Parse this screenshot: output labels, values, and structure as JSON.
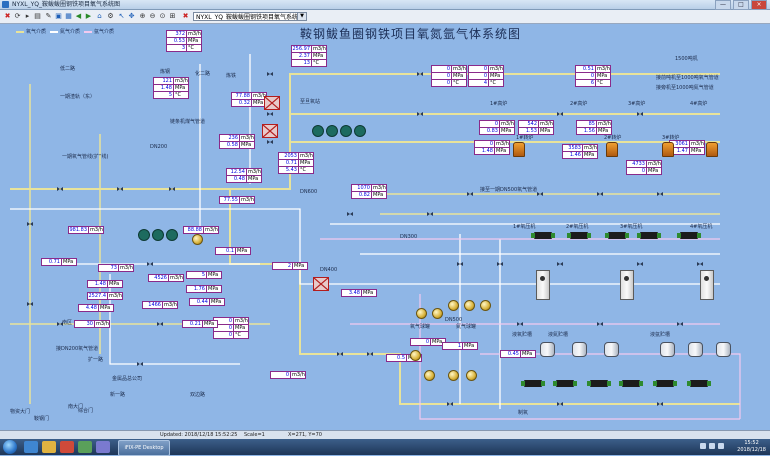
{
  "window": {
    "title": "NYXL_YQ_鞍鲅鲅圈钢铁项目氧气系统图",
    "min": "—",
    "max": "□",
    "close": "×"
  },
  "toolbar": {
    "path_value": "NYXL_YQ_鞍鲅鲅圈钢铁项目氧气系统图"
  },
  "diagram": {
    "title": "鞍钢鲅鱼圈钢铁项目氧氮氩气体系统图",
    "legend": [
      {
        "label": "氧气介质",
        "color": "#e8e39a"
      },
      {
        "label": "氮气介质",
        "color": "#ffffff"
      },
      {
        "label": "氩气介质",
        "color": "#f2c9ef"
      }
    ],
    "labels": [
      {
        "text": "低二路"
      },
      {
        "text": "一期渣轨（东）"
      },
      {
        "text": "化二路"
      },
      {
        "text": "一期氧气管线(扩”线)"
      },
      {
        "text": "链条机煤气管道"
      },
      {
        "text": "至旦氧站"
      },
      {
        "text": "1500吨机"
      },
      {
        "text": "接前吨机至1000吨氧气管道"
      },
      {
        "text": "接旁机至1000吨氮气管道"
      },
      {
        "text": "1#高炉"
      },
      {
        "text": "2#高炉"
      },
      {
        "text": "3#高炉"
      },
      {
        "text": "4#高炉"
      },
      {
        "text": "1#转炉"
      },
      {
        "text": "2#转炉"
      },
      {
        "text": "3#转炉"
      },
      {
        "text": "接至一期DN500氧气管道"
      },
      {
        "text": "1#氧压机"
      },
      {
        "text": "2#氧压机"
      },
      {
        "text": "3#氧压机"
      },
      {
        "text": "4#氧压机"
      },
      {
        "text": "氧气球罐"
      },
      {
        "text": "氮气球罐"
      },
      {
        "text": "液氧贮槽"
      },
      {
        "text": "液氮贮槽"
      },
      {
        "text": "液氩贮槽"
      },
      {
        "text": "接DN200氧气管道"
      },
      {
        "text": "南区"
      },
      {
        "text": "扩一路"
      },
      {
        "text": "金属品总公司"
      },
      {
        "text": "新一路"
      },
      {
        "text": "双边路"
      },
      {
        "text": "南大门"
      },
      {
        "text": "物资大门"
      },
      {
        "text": "鞍钢门"
      },
      {
        "text": "综合门"
      },
      {
        "text": "DN200"
      },
      {
        "text": "DN400"
      },
      {
        "text": "DN300"
      },
      {
        "text": "DN500"
      },
      {
        "text": "DN600"
      },
      {
        "text": "炼钢"
      },
      {
        "text": "炼铁"
      },
      {
        "text": "制氧"
      }
    ],
    "boxes": [
      {
        "rows": [
          [
            "372",
            "m3/h"
          ],
          [
            "0.53",
            "MPa"
          ],
          [
            "3",
            "°C"
          ]
        ]
      },
      {
        "rows": [
          [
            "121",
            "m3/h"
          ],
          [
            "1.48",
            "MPa"
          ],
          [
            "5",
            "°C"
          ]
        ]
      },
      {
        "rows": [
          [
            "77.88",
            "m3/h"
          ],
          [
            "0.32",
            "MPa"
          ]
        ]
      },
      {
        "rows": [
          [
            "236",
            "m3/h"
          ],
          [
            "0.58",
            "MPa"
          ]
        ]
      },
      {
        "rows": [
          [
            "256.97",
            "m3/h"
          ],
          [
            "2.37",
            "MPa"
          ],
          [
            "13",
            "°C"
          ]
        ]
      },
      {
        "rows": [
          [
            "0",
            "m3/h"
          ],
          [
            "0",
            "MPa"
          ],
          [
            "0",
            "°C"
          ]
        ]
      },
      {
        "rows": [
          [
            "0",
            "m3/h"
          ],
          [
            "0",
            "MPa"
          ],
          [
            "4",
            "°C"
          ]
        ]
      },
      {
        "rows": [
          [
            "0.51",
            "m3/h"
          ],
          [
            "0",
            "MPa"
          ],
          [
            "6",
            "°C"
          ]
        ]
      },
      {
        "rows": [
          [
            "0",
            "m3/h"
          ],
          [
            "0.83",
            "MPa"
          ]
        ]
      },
      {
        "rows": [
          [
            "542",
            "m3/h"
          ],
          [
            "1.53",
            "MPa"
          ]
        ]
      },
      {
        "rows": [
          [
            "85",
            "m3/h"
          ],
          [
            "1.56",
            "MPa"
          ]
        ]
      },
      {
        "rows": [
          [
            "0",
            "m3/h"
          ],
          [
            "1.48",
            "MPa"
          ]
        ]
      },
      {
        "rows": [
          [
            "3583",
            "m3/h"
          ],
          [
            "1.46",
            "MPa"
          ]
        ]
      },
      {
        "rows": [
          [
            "4733",
            "m3/h"
          ],
          [
            "0",
            "MPa"
          ]
        ]
      },
      {
        "rows": [
          [
            "3061",
            "m3/h"
          ],
          [
            "1.47",
            "MPa"
          ]
        ]
      },
      {
        "rows": [
          [
            "12.54",
            "m3/h"
          ],
          [
            "0.48",
            "MPa"
          ]
        ]
      },
      {
        "rows": [
          [
            "77.55",
            "m3/h"
          ]
        ]
      },
      {
        "rows": [
          [
            "88.88",
            "m3/h"
          ]
        ]
      },
      {
        "rows": [
          [
            "1070",
            "m3/h"
          ],
          [
            "0.82",
            "MPa"
          ]
        ]
      },
      {
        "rows": [
          [
            "2053",
            "m3/h"
          ],
          [
            "0.71",
            "MPa"
          ],
          [
            "5.43",
            "°C"
          ]
        ]
      },
      {
        "rows": [
          [
            "1.48",
            "MPa"
          ]
        ]
      },
      {
        "rows": [
          [
            "2527.4",
            "m3/h"
          ]
        ]
      },
      {
        "rows": [
          [
            "4.48",
            "MPa"
          ]
        ]
      },
      {
        "rows": [
          [
            "4526",
            "m3/h"
          ]
        ]
      },
      {
        "rows": [
          [
            "1466",
            "m3/h"
          ]
        ]
      },
      {
        "rows": [
          [
            "73",
            "m3/h"
          ]
        ]
      },
      {
        "rows": [
          [
            "30",
            "m3/h"
          ]
        ]
      },
      {
        "rows": [
          [
            "5",
            "MPa"
          ]
        ]
      },
      {
        "rows": [
          [
            "1.76",
            "MPa"
          ]
        ]
      },
      {
        "rows": [
          [
            "0.44",
            "MPa"
          ]
        ]
      },
      {
        "rows": [
          [
            "0.71",
            "MPa"
          ]
        ]
      },
      {
        "rows": [
          [
            "981.83",
            "m3/h"
          ]
        ]
      },
      {
        "rows": [
          [
            "0",
            "m3/h"
          ],
          [
            "0",
            "MPa"
          ],
          [
            "0",
            "°C"
          ]
        ]
      },
      {
        "rows": [
          [
            "0.21",
            "MPa"
          ]
        ]
      },
      {
        "rows": [
          [
            "2",
            "MPa"
          ]
        ]
      },
      {
        "rows": [
          [
            "0.1",
            "MPa"
          ]
        ]
      },
      {
        "rows": [
          [
            "3.48",
            "MPa"
          ]
        ]
      },
      {
        "rows": [
          [
            "0",
            "m3/h"
          ]
        ]
      },
      {
        "rows": [
          [
            "0.5",
            "MPa"
          ]
        ]
      },
      {
        "rows": [
          [
            "0",
            "MPa"
          ]
        ]
      },
      {
        "rows": [
          [
            "1",
            "MPa"
          ]
        ]
      },
      {
        "rows": [
          [
            "0.45",
            "MPa"
          ]
        ]
      }
    ]
  },
  "status": {
    "updated": "Updated: 2018/12/18 15:52:25",
    "scale": "Scale=1",
    "coords": "X=271, Y=70"
  },
  "taskbar": {
    "task_label": "iFIX-PE Desktop",
    "time": "15:52",
    "date": "2018/12/18"
  },
  "colors": {
    "background": "#8fb6e6",
    "oxygen_line": "#e8e39a",
    "nitrogen_line": "#ffffff",
    "argon_line": "#f2c9ef",
    "value_text": "#0000e0"
  }
}
